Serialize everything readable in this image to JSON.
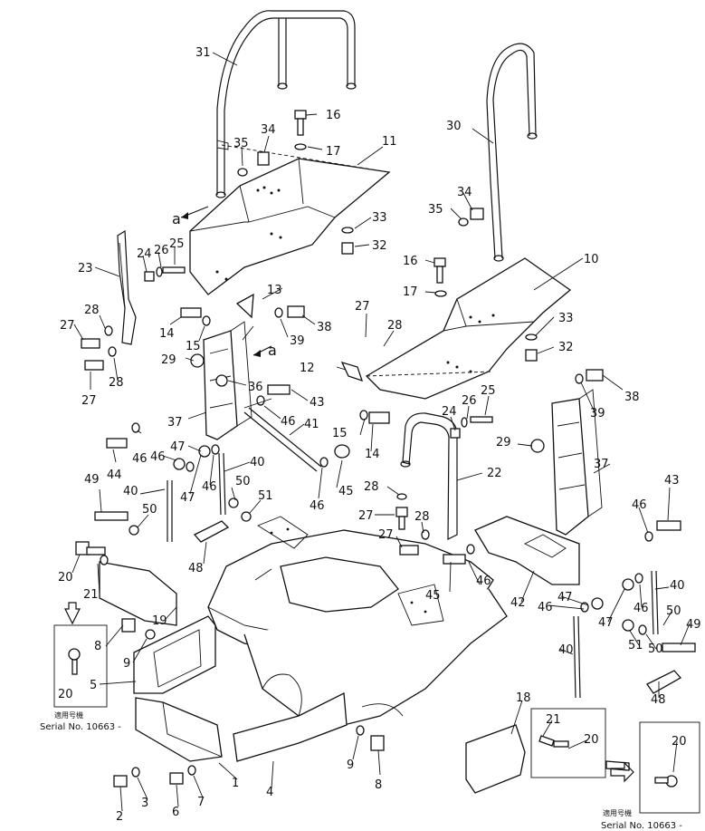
{
  "labels": {
    "p1": "1",
    "p2": "2",
    "p3": "3",
    "p4": "4",
    "p5": "5",
    "p6": "6",
    "p7": "7",
    "p8a": "8",
    "p8b": "8",
    "p9a": "9",
    "p9b": "9",
    "p10": "10",
    "p11": "11",
    "p12": "12",
    "p13": "13",
    "p14a": "14",
    "p14b": "14",
    "p15a": "15",
    "p15b": "15",
    "p16a": "16",
    "p16b": "16",
    "p17a": "17",
    "p17b": "17",
    "p18": "18",
    "p19": "19",
    "p20a": "20",
    "p20b": "20",
    "p20c": "20",
    "p20d": "20",
    "p21a": "21",
    "p21b": "21",
    "p22": "22",
    "p23": "23",
    "p24a": "24",
    "p24b": "24",
    "p25a": "25",
    "p25b": "25",
    "p26a": "26",
    "p26b": "26",
    "p27a": "27",
    "p27b": "27",
    "p27c": "27",
    "p27d": "27",
    "p27e": "27",
    "p28a": "28",
    "p28b": "28",
    "p28c": "28",
    "p28d": "28",
    "p28e": "28",
    "p29a": "29",
    "p29b": "29",
    "p30": "30",
    "p31": "31",
    "p32a": "32",
    "p32b": "32",
    "p33a": "33",
    "p33b": "33",
    "p34a": "34",
    "p34b": "34",
    "p35a": "35",
    "p35b": "35",
    "p36": "36",
    "p37a": "37",
    "p37b": "37",
    "p38a": "38",
    "p38b": "38",
    "p39a": "39",
    "p39b": "39",
    "p40a": "40",
    "p40b": "40",
    "p40c": "40",
    "p40d": "40",
    "p41": "41",
    "p42": "42",
    "p43a": "43",
    "p43b": "43",
    "p44": "44",
    "p45a": "45",
    "p45b": "45",
    "p46a": "46",
    "p46b": "46",
    "p46c": "46",
    "p46d": "46",
    "p46e": "46",
    "p46f": "46",
    "p46g": "46",
    "p46h": "46",
    "p47a": "47",
    "p47b": "47",
    "p47c": "47",
    "p47d": "47",
    "p48a": "48",
    "p48b": "48",
    "p49a": "49",
    "p49b": "49",
    "p50a": "50",
    "p50b": "50",
    "p50c": "50",
    "p50d": "50",
    "p51a": "51",
    "p51b": "51",
    "arrow_a1": "a",
    "arrow_a2": "a"
  },
  "notes": {
    "left_jp": "適用号機",
    "left_serial": "Serial No. 10663 -",
    "right_jp": "適用号機",
    "right_serial": "Serial No. 10663 -"
  }
}
